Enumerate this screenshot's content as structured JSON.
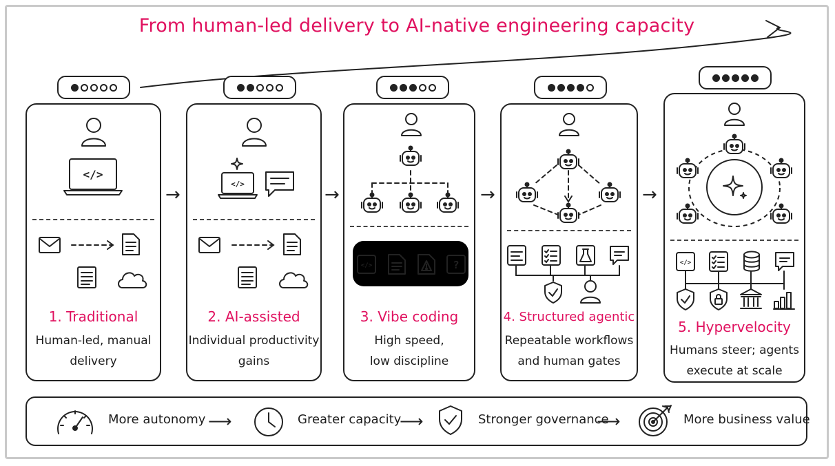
{
  "title": "From human-led delivery to AI-native engineering capacity",
  "stages": [
    {
      "number": "1.",
      "name": "Traditional",
      "label": "1. Traditional",
      "description_line1": "Human-led, manual",
      "description_line2": "delivery",
      "maturity": 1,
      "maturity_max": 5
    },
    {
      "number": "2.",
      "name": "AI-assisted",
      "label": "2. AI-assisted",
      "description_line1": "Individual productivity",
      "description_line2": "gains",
      "maturity": 2,
      "maturity_max": 5
    },
    {
      "number": "3.",
      "name": "Vibe coding",
      "label": "3. Vibe coding",
      "description_line1": "High speed,",
      "description_line2": "low discipline",
      "maturity": 3,
      "maturity_max": 5
    },
    {
      "number": "4.",
      "name": "Structured agentic",
      "label": "4. Structured agentic",
      "description_line1": "Repeatable workflows",
      "description_line2": "and human gates",
      "maturity": 4,
      "maturity_max": 5
    },
    {
      "number": "5.",
      "name": "Hypervelocity",
      "label": "5. Hypervelocity",
      "description_line1": "Humans steer; agents",
      "description_line2": "execute at scale",
      "maturity": 5,
      "maturity_max": 5
    }
  ],
  "outcomes": [
    {
      "label": "More autonomy",
      "icon": "speedometer-icon"
    },
    {
      "label": "Greater capacity",
      "icon": "clock-icon"
    },
    {
      "label": "Stronger governance",
      "icon": "shield-check-icon"
    },
    {
      "label": "More business value",
      "icon": "target-icon"
    }
  ],
  "accent_color": "#e0115f",
  "code_glyph": "</>",
  "question_glyph": "?"
}
